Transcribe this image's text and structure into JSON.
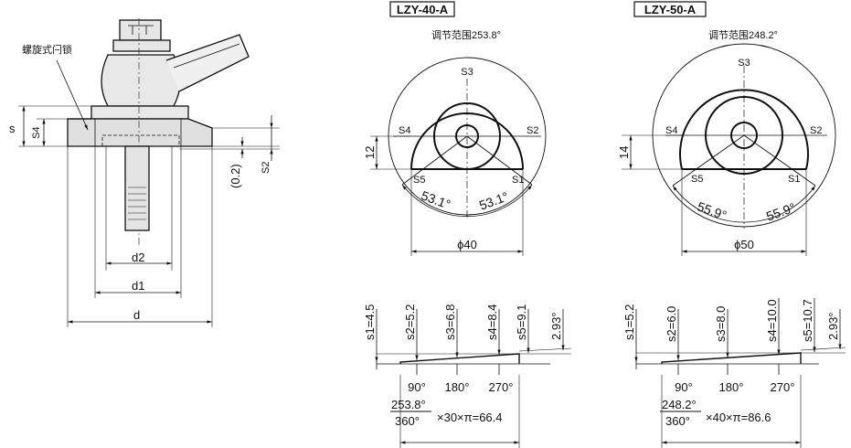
{
  "side_view": {
    "lock_label": "螺旋式闩锁",
    "dim_s": "s",
    "dim_s4": "S4",
    "dim_gap": "(0.2)",
    "dim_s2": "S2",
    "dim_d2": "d2",
    "dim_d1": "d1",
    "dim_d": "d"
  },
  "lzy40": {
    "title": "LZY-40-A",
    "range": "调节范围253.8°",
    "s1": "S1",
    "s2": "S2",
    "s3": "S3",
    "s4": "S4",
    "s5": "S5",
    "height": "12",
    "angle_left": "53.1°",
    "angle_right": "53.1°",
    "diameter": "ϕ40",
    "steps": [
      "s1=4.5",
      "s2=5.2",
      "s3=6.8",
      "s4=8.4",
      "s5=9.1"
    ],
    "slope": "2.93°",
    "ticks": [
      "90°",
      "180°",
      "270°"
    ],
    "frac_num": "253.8°",
    "frac_den": "360°",
    "formula": "×30×π=66.4"
  },
  "lzy50": {
    "title": "LZY-50-A",
    "range": "调节范围248.2°",
    "s1": "S1",
    "s2": "S2",
    "s3": "S3",
    "s4": "S4",
    "s5": "S5",
    "height": "14",
    "angle_left": "55.9°",
    "angle_right": "55.9°",
    "diameter": "ϕ50",
    "steps": [
      "s1=5.2",
      "s2=6.0",
      "s3=8.0",
      "s4=10.0",
      "s5=10.7"
    ],
    "slope": "2.93°",
    "ticks": [
      "90°",
      "180°",
      "270°"
    ],
    "frac_num": "248.2°",
    "frac_den": "360°",
    "formula": "×40×π=86.6"
  }
}
